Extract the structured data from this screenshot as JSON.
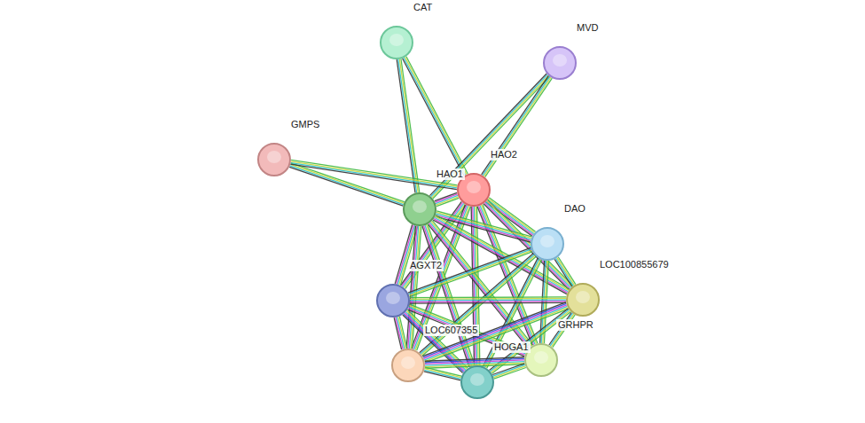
{
  "diagram": {
    "nodes": [
      {
        "text": [
          "CAT"
        ]
      },
      {
        "text": [
          "MVD"
        ]
      },
      {
        "text": [
          "GMPS"
        ]
      },
      {
        "text": [
          "HAO2"
        ]
      },
      {
        "text": [
          "HAO1"
        ]
      },
      {
        "text": [
          "DAO"
        ]
      },
      {
        "text": [
          "AGXT2"
        ]
      },
      {
        "text": [
          "LOC100855679"
        ]
      },
      {
        "text": [
          "GRHPR"
        ]
      },
      {
        "text": [
          "LOC607355"
        ]
      },
      {
        "text": [
          "HOGA1"
        ]
      }
    ],
    "edges": [
      {
        "from": 0,
        "to": 4,
        "arrow": "none"
      },
      {
        "from": 0,
        "to": 3,
        "arrow": "none"
      },
      {
        "from": 1,
        "to": 4,
        "arrow": "none"
      },
      {
        "from": 1,
        "to": 3,
        "arrow": "none"
      },
      {
        "from": 2,
        "to": 4,
        "arrow": "none"
      },
      {
        "from": 2,
        "to": 3,
        "arrow": "none"
      },
      {
        "from": 3,
        "to": 4,
        "arrow": "none"
      },
      {
        "from": 3,
        "to": 5,
        "arrow": "none"
      },
      {
        "from": 3,
        "to": 6,
        "arrow": "none"
      },
      {
        "from": 3,
        "to": 7,
        "arrow": "none"
      },
      {
        "from": 3,
        "to": 8,
        "arrow": "none"
      },
      {
        "from": 3,
        "to": 9,
        "arrow": "none"
      },
      {
        "from": 3,
        "to": 10,
        "arrow": "none"
      },
      {
        "from": 4,
        "to": 5,
        "arrow": "none"
      },
      {
        "from": 4,
        "to": 6,
        "arrow": "none"
      },
      {
        "from": 4,
        "to": 7,
        "arrow": "none"
      },
      {
        "from": 4,
        "to": 8,
        "arrow": "none"
      },
      {
        "from": 4,
        "to": 9,
        "arrow": "none"
      },
      {
        "from": 4,
        "to": 10,
        "arrow": "none"
      },
      {
        "from": 5,
        "to": 6,
        "arrow": "none"
      },
      {
        "from": 5,
        "to": 7,
        "arrow": "none"
      },
      {
        "from": 5,
        "to": 8,
        "arrow": "none"
      },
      {
        "from": 5,
        "to": 9,
        "arrow": "none"
      },
      {
        "from": 5,
        "to": 10,
        "arrow": "none"
      },
      {
        "from": 6,
        "to": 7,
        "arrow": "none"
      },
      {
        "from": 6,
        "to": 8,
        "arrow": "none"
      },
      {
        "from": 6,
        "to": 9,
        "arrow": "none"
      },
      {
        "from": 6,
        "to": 10,
        "arrow": "none"
      },
      {
        "from": 7,
        "to": 8,
        "arrow": "none"
      },
      {
        "from": 7,
        "to": 9,
        "arrow": "none"
      },
      {
        "from": 7,
        "to": 10,
        "arrow": "none"
      },
      {
        "from": 8,
        "to": 9,
        "arrow": "none"
      },
      {
        "from": 8,
        "to": 10,
        "arrow": "none"
      },
      {
        "from": 9,
        "to": 10,
        "arrow": "none"
      }
    ]
  }
}
